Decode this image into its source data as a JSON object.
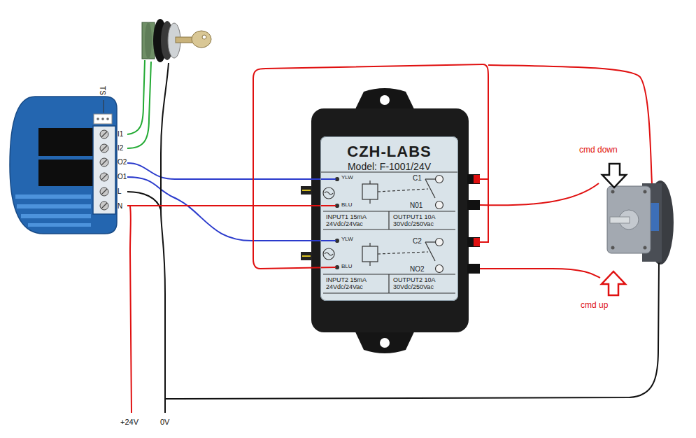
{
  "diagram": {
    "nodes": [
      {
        "text": [
          "CZH-LABS",
          "Model: F-1001/24V"
        ]
      }
    ],
    "labels": [
      "TS",
      "I1",
      "I2",
      "O2",
      "O1",
      "L",
      "N",
      "YLW",
      "BLU",
      "C1",
      "N01",
      "INPUT1 15mA 24Vdc/24Vac",
      "OUTPUT1 10A 30Vdc/250Vac",
      "YLW",
      "BLU",
      "C2",
      "NO2",
      "INPUT2 15mA 24Vdc/24Vac",
      "OUTPUT2 10A 30Vdc/250Vac",
      "cmd down",
      "cmd up",
      "+24V",
      "0V"
    ]
  }
}
